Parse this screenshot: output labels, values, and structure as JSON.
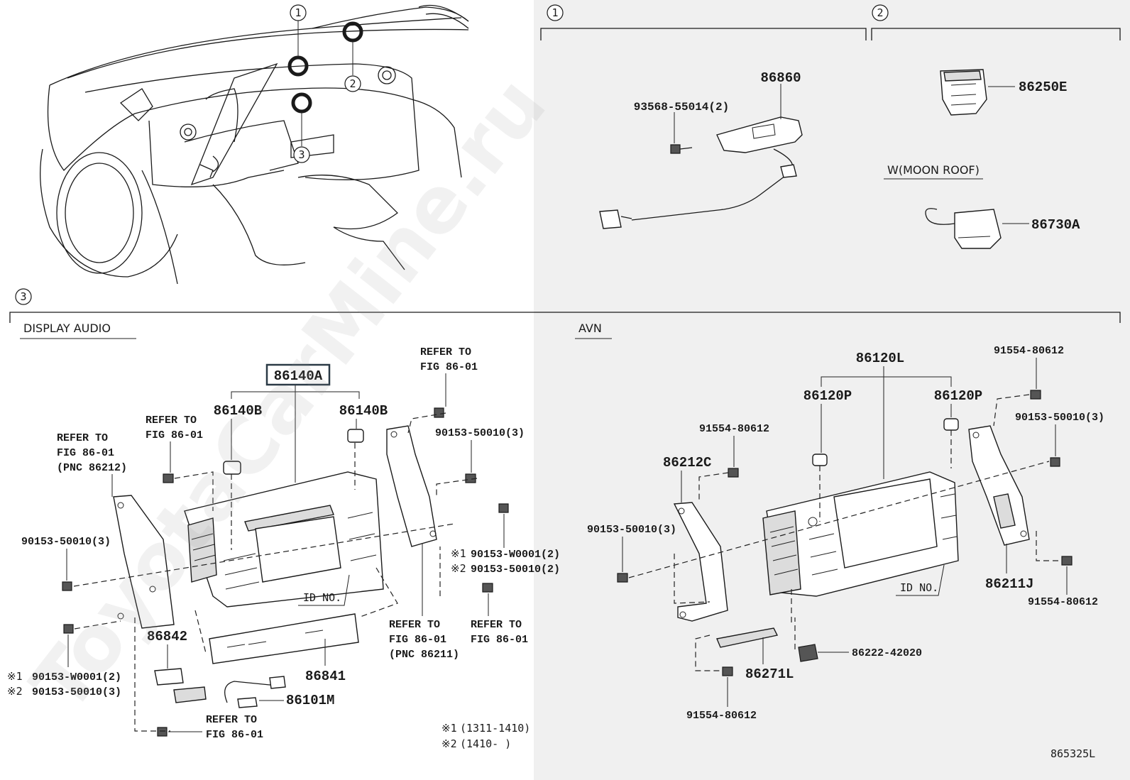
{
  "diagram": {
    "section_markers": {
      "one": "1",
      "two": "2",
      "three": "3"
    },
    "headers": {
      "display_audio": "DISPLAY AUDIO",
      "avn": "AVN",
      "moon_roof": "W(MOON ROOF)"
    },
    "part_numbers": {
      "p86860": "86860",
      "p93568": "93568-55014(2)",
      "p86250E": "86250E",
      "p86730A": "86730A",
      "p86140A": "86140A",
      "p86140B_left": "86140B",
      "p86140B_right": "86140B",
      "p90153_left": "90153-50010(3)",
      "p90153_mid": "90153-50010(3)",
      "p90153_w_mid": "90153-W0001(2)",
      "p90153_50010_mid2": "90153-50010(2)",
      "p90153_w_left": "90153-W0001(2)",
      "p90153_50010_left2": "90153-50010(3)",
      "p86842": "86842",
      "p86841": "86841",
      "p86101M": "86101M",
      "p86120L": "86120L",
      "p86120P_left": "86120P",
      "p86120P_right": "86120P",
      "p91554_top_right": "91554-80612",
      "p91554_top_mid": "91554-80612",
      "p90153_avn_right": "90153-50010(3)",
      "p86212C": "86212C",
      "p90153_avn_left": "90153-50010(3)",
      "p86211J": "86211J",
      "p91554_right_low": "91554-80612",
      "p86222": "86222-42020",
      "p86271L": "86271L",
      "p91554_bottom": "91554-80612"
    },
    "refer_notes": {
      "r1_line1": "REFER TO",
      "r1_line2": "FIG 86-01",
      "r2_line1": "REFER TO",
      "r2_line2": "FIG 86-01",
      "r2_line3": "(PNC 86212)",
      "r3_line1": "REFER TO",
      "r3_line2": "FIG 86-01",
      "r4_line1": "REFER TO",
      "r4_line2": "FIG 86-01",
      "r4_line3": "(PNC 86211)",
      "r5_line1": "REFER TO",
      "r5_line2": "FIG 86-01",
      "r6_line1": "REFER TO",
      "r6_line2": "FIG 86-01"
    },
    "id_labels": {
      "left": "ID NO.",
      "right": "ID NO."
    },
    "footnotes": {
      "mark1": "※1",
      "mark2": "※2",
      "range1": "(1311-1410)",
      "range2": "(1410-      )"
    },
    "figure_code": "865325L",
    "watermark": "ToyotaCarMine.ru"
  }
}
